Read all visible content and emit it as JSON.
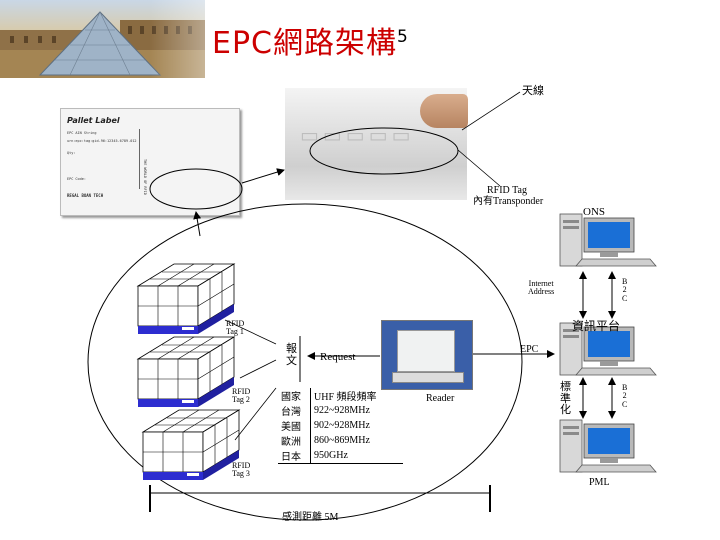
{
  "slide": {
    "title": "EPC網路架構",
    "title_sup": "5",
    "title_color": "#cc0000"
  },
  "pallet_label": {
    "heading": "Pallet Label",
    "lines": [
      "EPC AIN String",
      "urn:epc:tag:gid-96:12345.6789.012",
      "Qty:",
      "EPC Code:",
      "REGAL BOAN TECH"
    ],
    "side_text": "THE WORLD OF RFID"
  },
  "labels": {
    "antenna": "天線",
    "rfid_tag_line1": "RFID Tag",
    "rfid_tag_line2": "內有Transponder",
    "ons": "ONS",
    "internet_address": "Internet\nAddress",
    "b2c_top": "B\n2\nC",
    "info_platform": "資訊平台",
    "epc": "EPC",
    "b2c_bottom": "B\n2\nC",
    "standardization": "標\n準\n化",
    "pml": "PML",
    "request": "Request",
    "response": "報\n文",
    "reader": "Reader",
    "rfid_tag_1": "RFID\nTag 1",
    "rfid_tag_2": "RFID\nTag 2",
    "rfid_tag_3": "RFID\nTag 3",
    "distance": "感測距離 5M"
  },
  "freq_table": {
    "header": [
      "國家",
      "UHF 頻段頻率"
    ],
    "rows": [
      [
        "台灣",
        "922~928MHz"
      ],
      [
        "美國",
        "902~928MHz"
      ],
      [
        "歐洲",
        "860~869MHz"
      ],
      [
        "日本",
        "950GHz"
      ]
    ]
  },
  "colors": {
    "pallet_base": "#2d2dd0",
    "server_screen": "#1a6fd6",
    "line": "#000000"
  },
  "icons": {
    "pallet": "pallet-boxes-icon",
    "server": "computer-server-icon",
    "reader": "rfid-reader-icon"
  }
}
